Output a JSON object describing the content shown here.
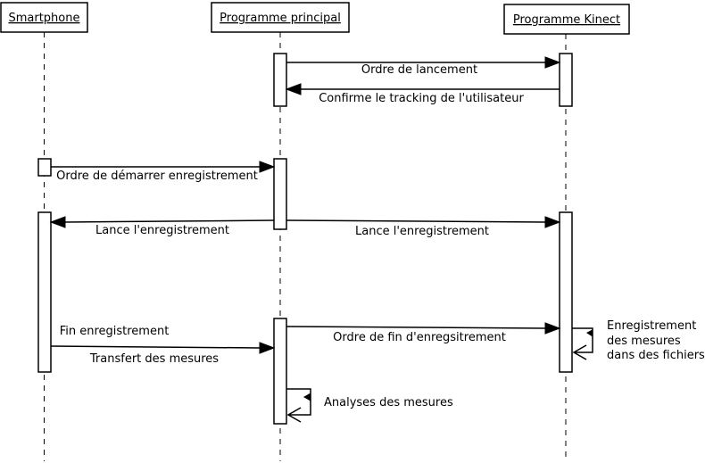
{
  "participants": {
    "smartphone": "Smartphone",
    "main": "Programme principal",
    "kinect": "Programme Kinect"
  },
  "messages": {
    "m1": "Ordre de lancement",
    "m2": "Confirme le tracking de l'utilisateur",
    "m3": "Ordre de démarrer enregistrement",
    "m4": "Lance l'enregistrement",
    "m5": "Lance l'enregistrement",
    "m6": "Fin enregistrement",
    "m7": "Transfert des mesures",
    "m8": "Ordre de fin d'enregsitrement",
    "m9_line1": "Enregistrement",
    "m9_line2": "des mesures",
    "m9_line3": "dans des fichiers",
    "m10": "Analyses des mesures"
  }
}
